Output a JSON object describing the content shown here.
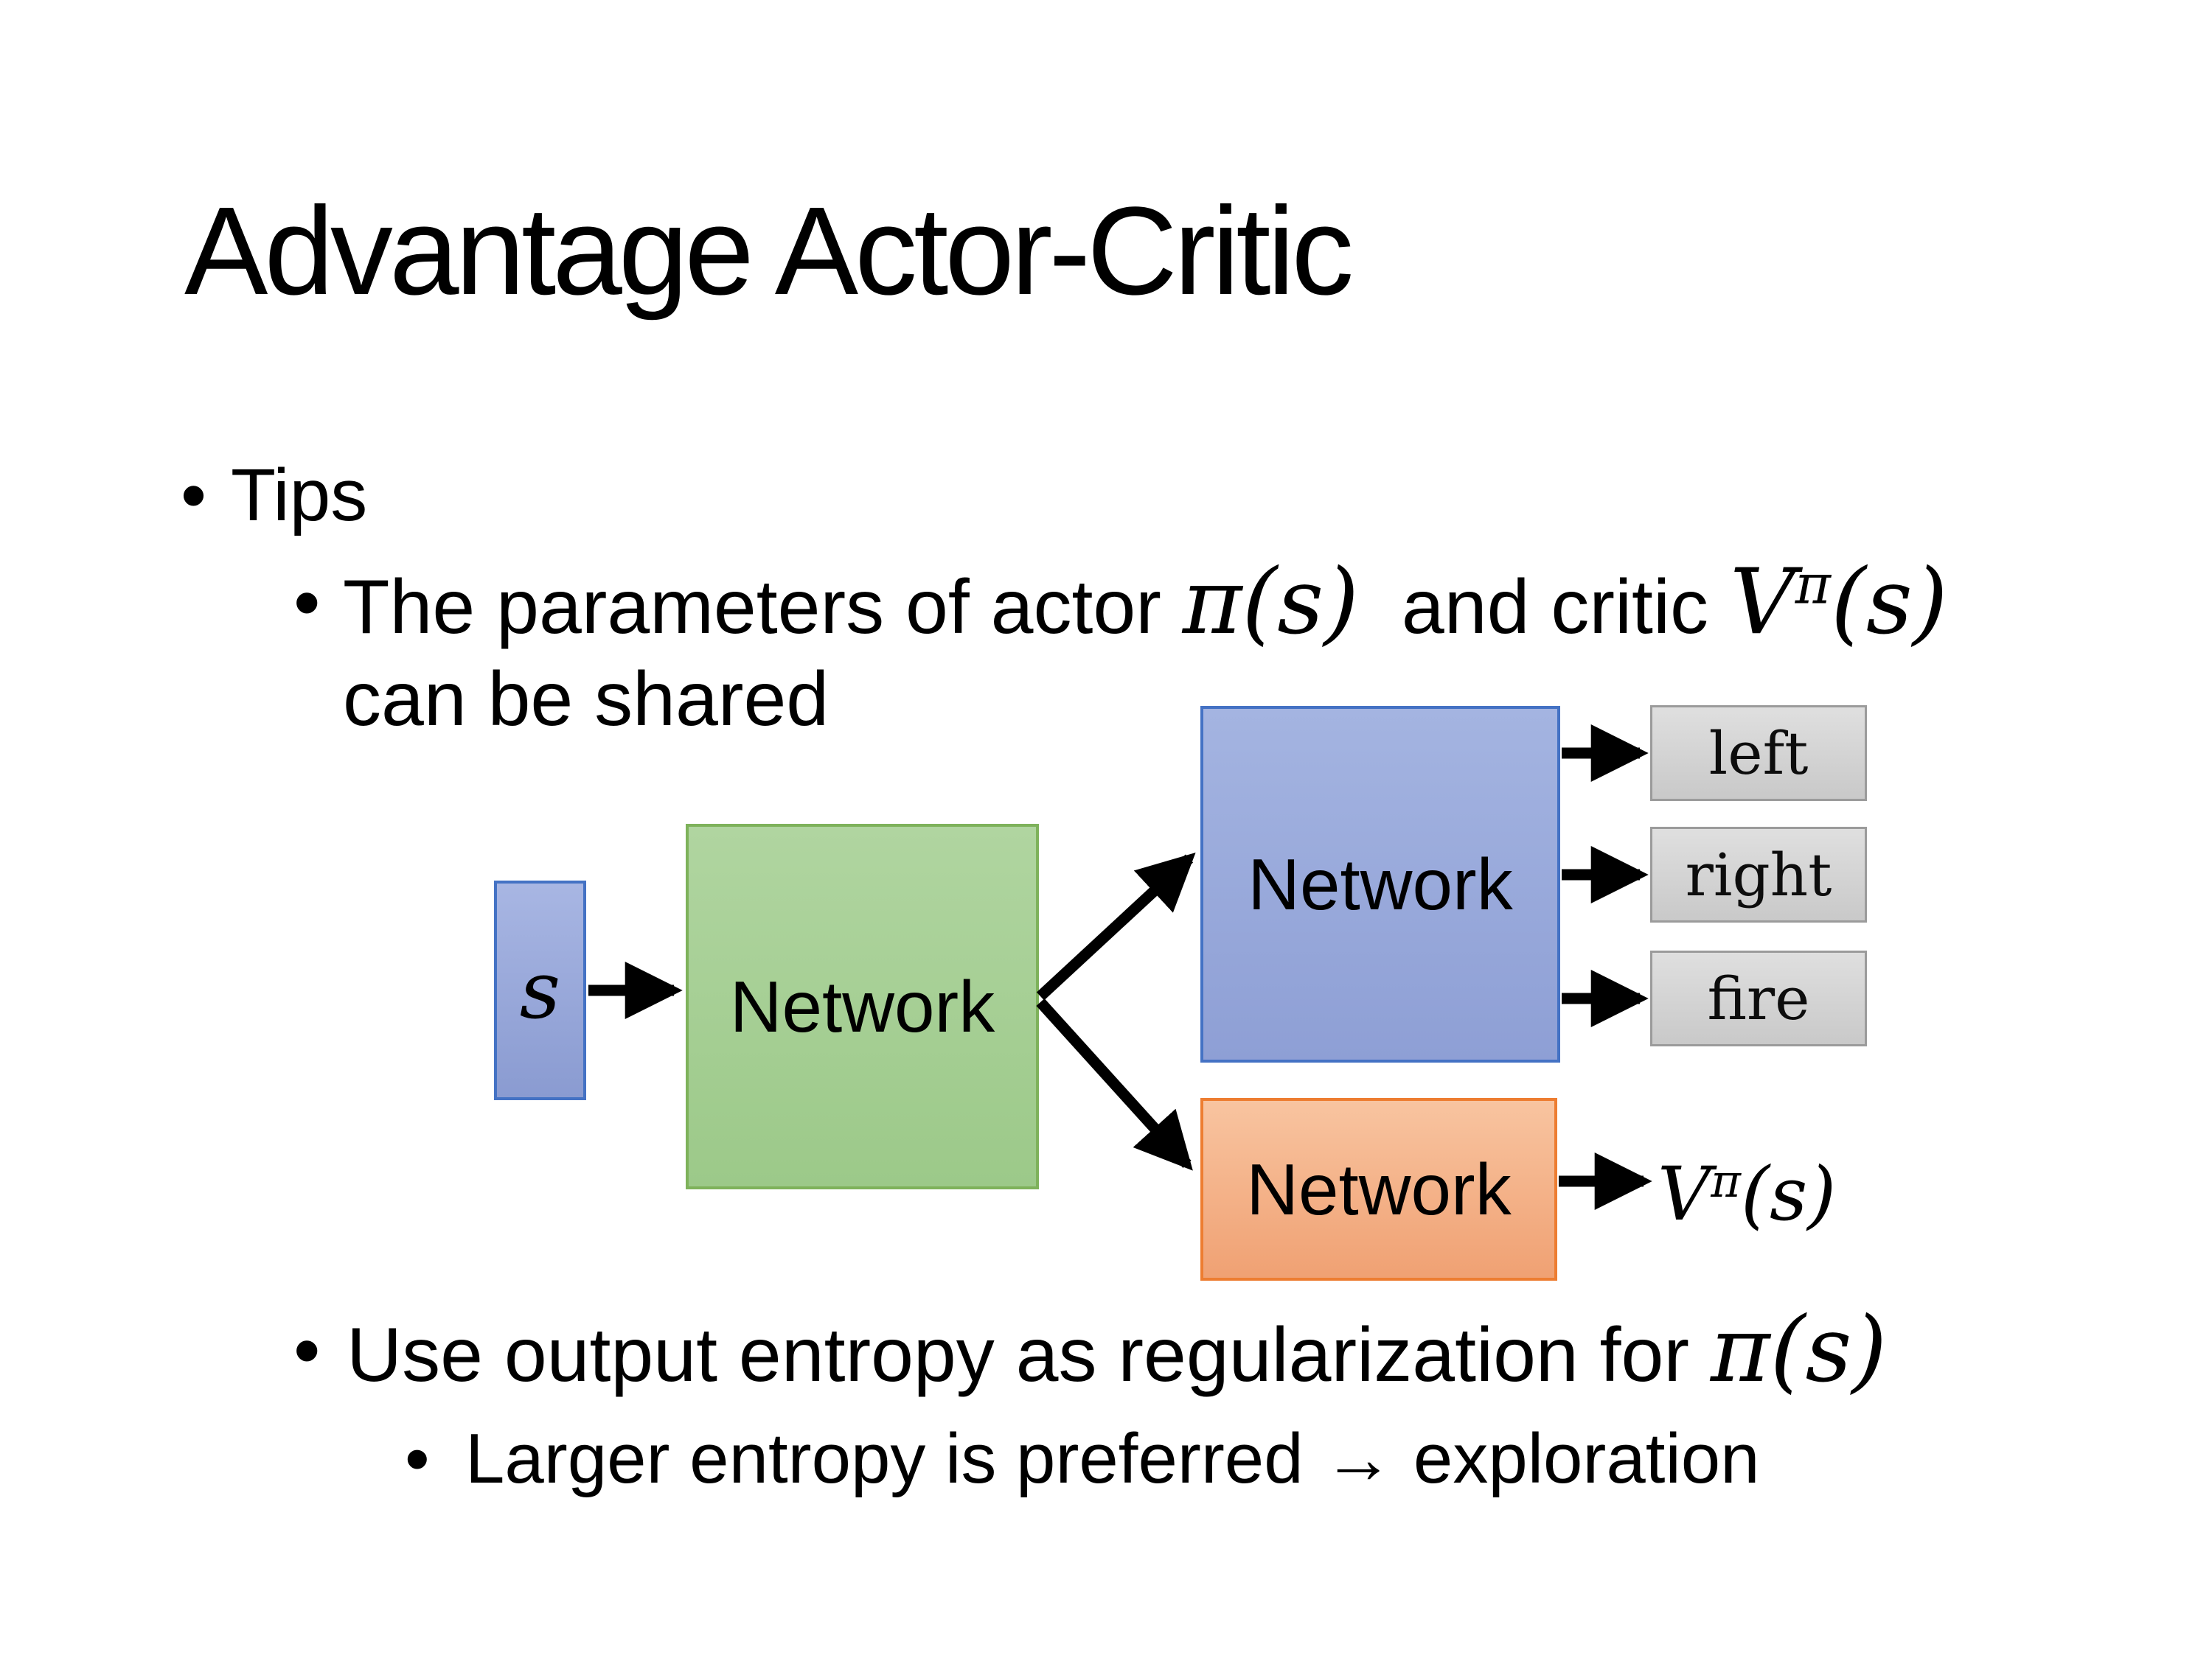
{
  "title": "Advantage Actor-Critic",
  "glyphs": {
    "bullet": "•"
  },
  "bullets": {
    "tips": "Tips",
    "shared_line1": {
      "pre": "The parameters of actor ",
      "actor_math": "π(s)",
      "mid": "  and critic ",
      "critic_base": "V",
      "critic_sup": "π",
      "critic_args": "(s)"
    },
    "shared_line2": "can be shared",
    "entropy": {
      "pre": "Use output entropy as regularization for ",
      "math": "π(s)"
    },
    "exploration": "Larger entropy is preferred → exploration"
  },
  "diagram": {
    "input_label": "s",
    "shared_network_label": "Network",
    "actor_network_label": "Network",
    "critic_network_label": "Network",
    "actions": [
      "left",
      "right",
      "fire"
    ],
    "value_output": {
      "base": "V",
      "sup": "π",
      "args": "(s)"
    },
    "colors": {
      "blue_fill_top": "#A4B4E1",
      "blue_fill_bottom": "#8E9FD5",
      "blue_border": "#4472C4",
      "green_fill_top": "#B0D5A0",
      "green_fill_bottom": "#9CC989",
      "green_border": "#7EB25B",
      "orange_fill_top": "#F8C4A0",
      "orange_fill_bottom": "#F0A173",
      "orange_border": "#ED7D31",
      "gray_fill_top": "#DFDFDF",
      "gray_fill_bottom": "#C9C9C9",
      "gray_border": "#9B9B9B",
      "arrow": "#000000",
      "text": "#000000",
      "background": "#FFFFFF"
    }
  }
}
